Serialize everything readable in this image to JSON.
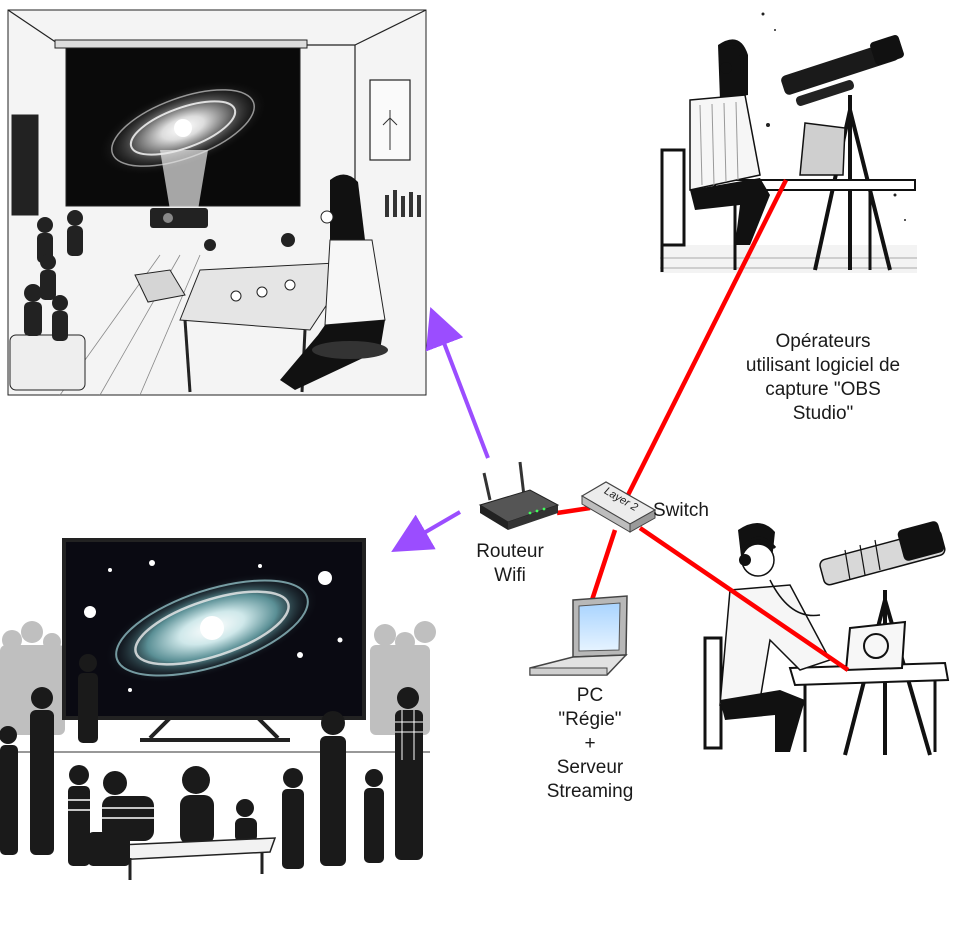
{
  "labels": {
    "operators": [
      "Opérateurs",
      "utilisant logiciel de",
      "capture \"OBS",
      "Studio\""
    ],
    "switch": "Switch",
    "router": [
      "Routeur",
      "Wifi"
    ],
    "pc": [
      "PC",
      "\"Régie\"",
      "+",
      "Serveur",
      "Streaming"
    ],
    "switch_device_text": "Layer 2"
  },
  "scenes": {
    "bar_projection": "bar-projection-scene",
    "public_screen": "public-screen-scene",
    "operator_woman": "operator-woman-scene",
    "operator_man": "operator-man-scene"
  },
  "colors": {
    "wired_link": "#ff0000",
    "wifi_arrow": "#9b4dff",
    "line_art": "#111111"
  },
  "icons": [
    "wifi-router-icon",
    "layer2-switch-icon",
    "laptop-icon"
  ]
}
